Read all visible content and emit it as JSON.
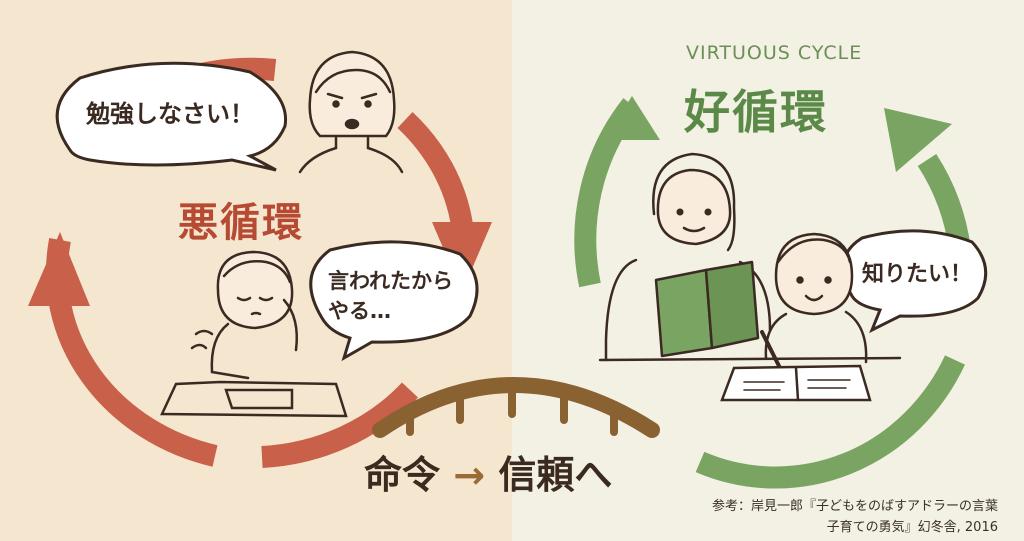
{
  "vicious_cycle": {
    "title": "悪循環",
    "parent_speech": "勉強しなさい！",
    "child_speech_line1": "言われたから",
    "child_speech_line2": "やる…",
    "color": "#c9604a"
  },
  "virtuous_cycle": {
    "subtitle": "VIRTUOUS CYCLE",
    "title": "好循環",
    "child_speech": "知りたい！",
    "color": "#7aa462"
  },
  "bridge": {
    "from": "命令",
    "arrow": "→",
    "to": "信頼へ",
    "color": "#8a6232"
  },
  "credit": {
    "line1": "参考：岸見一郎『子どもをのばすアドラーの言葉",
    "line2": "子育ての勇気』幻冬舎, 2016"
  }
}
